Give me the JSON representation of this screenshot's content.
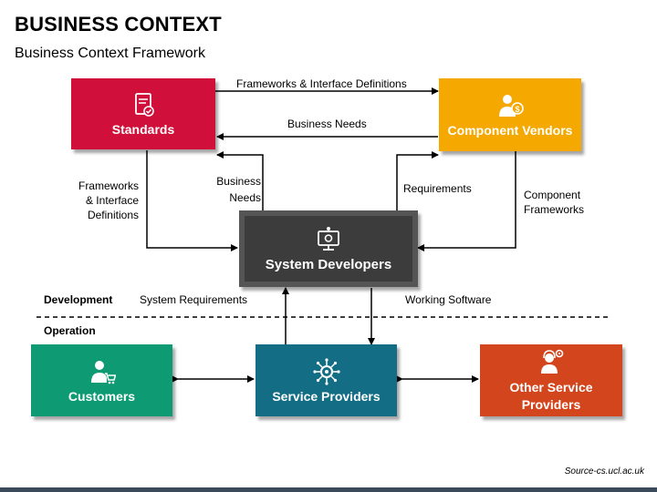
{
  "title": "BUSINESS CONTEXT",
  "subtitle": "Business Context Framework",
  "boxes": {
    "standards": {
      "label": "Standards",
      "color": "#d0103a",
      "icon": "certificate-icon"
    },
    "vendors": {
      "label": "Component Vendors",
      "color": "#f5a800",
      "icon": "vendor-person-dollar-icon"
    },
    "developers": {
      "label": "System Developers",
      "color": "#3c3c3c",
      "icon": "monitor-gear-icon"
    },
    "customers": {
      "label": "Customers",
      "color": "#0e9b73",
      "icon": "shopper-cart-icon"
    },
    "providers": {
      "label": "Service Providers",
      "color": "#136d84",
      "icon": "gear-network-icon"
    },
    "others": {
      "label": "Other Service Providers",
      "color": "#d3461d",
      "icon": "support-person-gear-icon"
    }
  },
  "labels": {
    "fw_top": "Frameworks & Interface Definitions",
    "business_needs_top": "Business Needs",
    "fw_left_1": "Frameworks",
    "fw_left_2": "& Interface",
    "fw_left_3": "Definitions",
    "bn_mid_1": "Business",
    "bn_mid_2": "Needs",
    "requirements": "Requirements",
    "comp_fw_1": "Component",
    "comp_fw_2": "Frameworks",
    "system_requirements": "System Requirements",
    "working_software": "Working Software"
  },
  "sections": {
    "development": "Development",
    "operation": "Operation"
  },
  "source": "Source-cs.ucl.ac.uk"
}
